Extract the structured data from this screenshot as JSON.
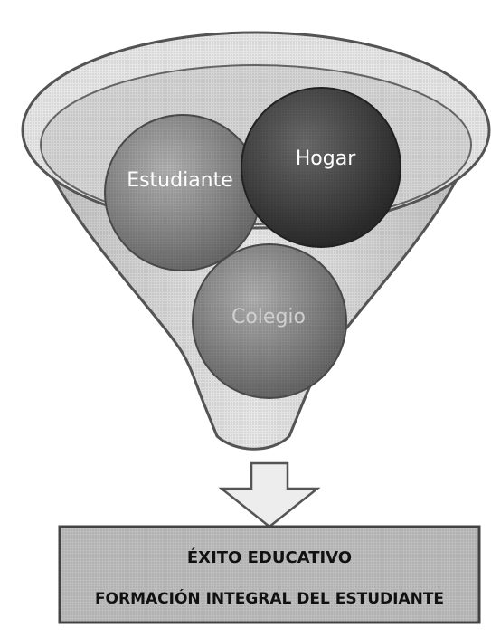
{
  "funnel": {
    "circles": [
      {
        "id": "estudiante",
        "label": "Estudiante"
      },
      {
        "id": "hogar",
        "label": "Hogar"
      },
      {
        "id": "colegio",
        "label": "Colegio"
      }
    ]
  },
  "result_box": {
    "line1": "ÉXITO EDUCATIVO",
    "line2": "FORMACIÓN INTEGRAL DEL ESTUDIANTE"
  },
  "colors": {
    "background": "#ffffff",
    "funnel_fill": "#d9d9d9",
    "funnel_edge": "#555555",
    "circle_estudiante": "#8f8f8f",
    "circle_hogar": "#4a4a4a",
    "circle_colegio": "#8a8a8a",
    "box_fill": "#bdbdbd",
    "box_edge": "#444444",
    "arrow_fill": "#ededed",
    "arrow_edge": "#555555",
    "text_light": "#ffffff",
    "text_dark": "#111111"
  }
}
